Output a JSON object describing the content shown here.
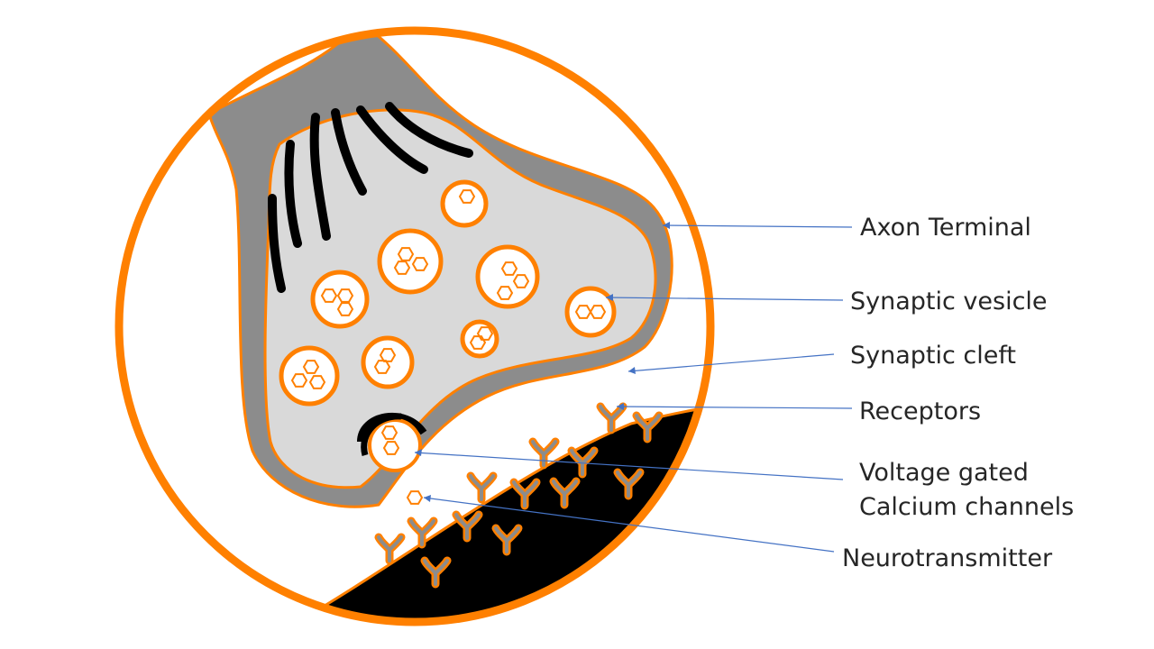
{
  "colors": {
    "orange": "#ff8000",
    "terminal_outer": "#8c8c8c",
    "terminal_inner": "#d9d9d9",
    "postsynaptic": "#000000",
    "leader_line": "#4472c4",
    "label_text": "#262626"
  },
  "labels": {
    "axon_terminal": "Axon Terminal",
    "synaptic_vesicle": "Synaptic vesicle",
    "synaptic_cleft": "Synaptic cleft",
    "receptors": "Receptors",
    "voltage_gated_line1": "Voltage gated",
    "voltage_gated_line2": "Calcium channels",
    "neurotransmitter": "Neurotransmitter"
  }
}
